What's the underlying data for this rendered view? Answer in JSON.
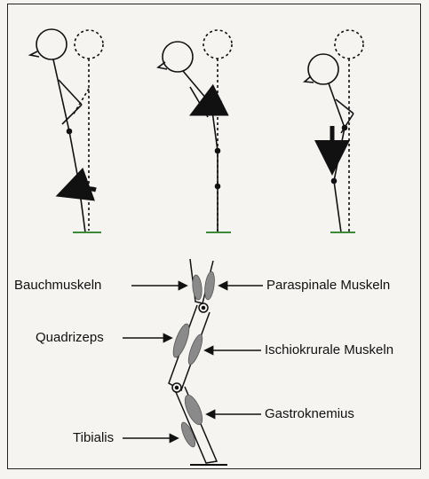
{
  "figure": {
    "top_panel": {
      "poses": [
        "standing-upright",
        "hip-flexion",
        "knee-flexion"
      ]
    },
    "bottom_panel": {
      "labels": {
        "bauchmuskeln": "Bauchmuskeln",
        "paraspinale": "Paraspinale Muskeln",
        "quadrizeps": "Quadrizeps",
        "ischiokrurale": "Ischiokrurale Muskeln",
        "gastroknemius": "Gastroknemius",
        "tibialis": "Tibialis"
      }
    },
    "colors": {
      "line": "#111111",
      "muscle_fill": "#8a8a8a",
      "ground": "#3a8a3a",
      "frame": "#222222"
    }
  }
}
